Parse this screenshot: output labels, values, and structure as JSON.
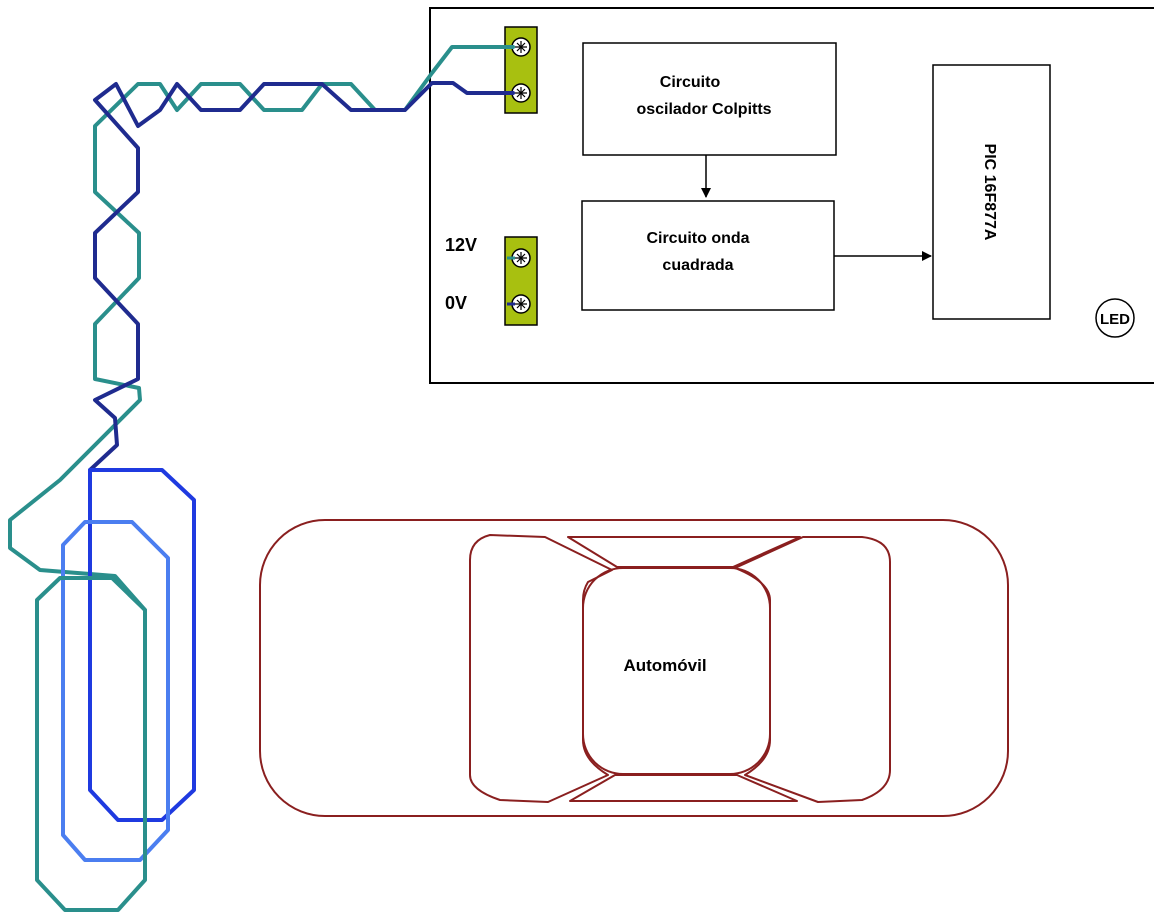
{
  "blocks": {
    "colpitts_line1": "Circuito",
    "colpitts_line2": "oscilador Colpitts",
    "square_line1": "Circuito onda",
    "square_line2": "cuadrada",
    "pic": "PIC 16F877A",
    "led": "LED"
  },
  "terminals": {
    "v12": "12V",
    "v0": "0V"
  },
  "car": {
    "label": "Automóvil"
  },
  "colors": {
    "wire_teal": "#2a8f8c",
    "wire_navy": "#1f2b8f",
    "loop_blue": "#1f3ae0",
    "loop_light_blue": "#4b7ef0",
    "terminal_block": "#a8c010",
    "car_outline": "#8a1f1f"
  }
}
